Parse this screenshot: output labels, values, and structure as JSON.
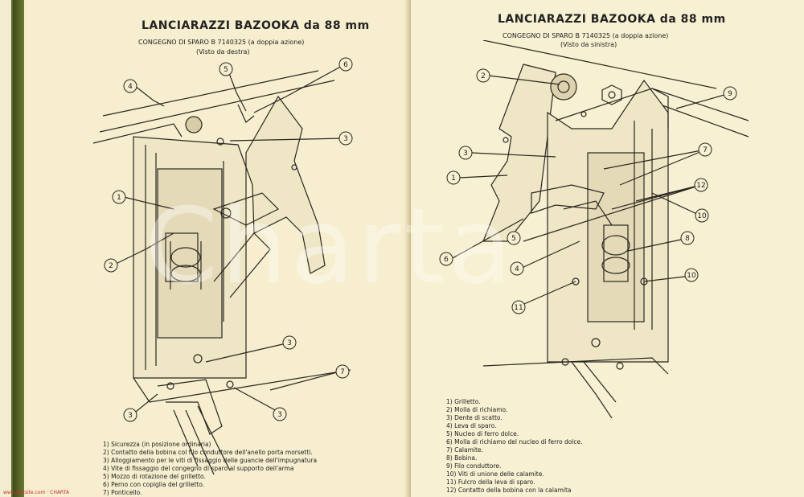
{
  "left_page": {
    "title": "LANCIARAZZI BAZOOKA da 88 mm",
    "subtitle1": "CONGEGNO DI SPARO B 7140325 (a doppia azione)",
    "subtitle2": "(Visto da destra)",
    "callouts": [
      "4",
      "5",
      "6",
      "3",
      "1",
      "2",
      "3",
      "7",
      "3",
      "3"
    ],
    "legend": [
      "1) Sicurezza (in posizione ordinaria)",
      "2) Contatto della bobina col filo conduttore dell'anello porta morsetti.",
      "3) Alloggiamento per le viti di fissaggio delle guancie dell'impugnatura",
      "4) Vite di fissaggio del congegno di sparo al supporto dell'arma",
      "5) Mozzo di rotazione del grilletto.",
      "6) Perno con copiglia del grilletto.",
      "7) Ponticello."
    ]
  },
  "right_page": {
    "title": "LANCIARAZZI BAZOOKA da 88 mm",
    "subtitle1": "CONGEGNO DI SPARO B 7140325 (a doppia azione)",
    "subtitle2": "(Visto da sinistra)",
    "callouts": [
      "2",
      "9",
      "3",
      "7",
      "1",
      "12",
      "5",
      "10",
      "6",
      "8",
      "4",
      "10",
      "11"
    ],
    "legend": [
      "1) Grilletto.",
      "2) Molla di richiamo.",
      "3) Dente di scatto.",
      "4) Leva di sparo.",
      "5) Nucleo di ferro dolce.",
      "6) Molla di richiamo del nucleo di ferro dolce.",
      "7) Calamite.",
      "8) Bobina.",
      "9) Filo conduttore.",
      "10) Viti di unione delle calamite.",
      "11) Fulcro della leva di sparo.",
      "12) Contatto della bobina con la calamita"
    ]
  },
  "watermark": "Charta",
  "stamp": "www.bbzsite.com · CHARTA"
}
